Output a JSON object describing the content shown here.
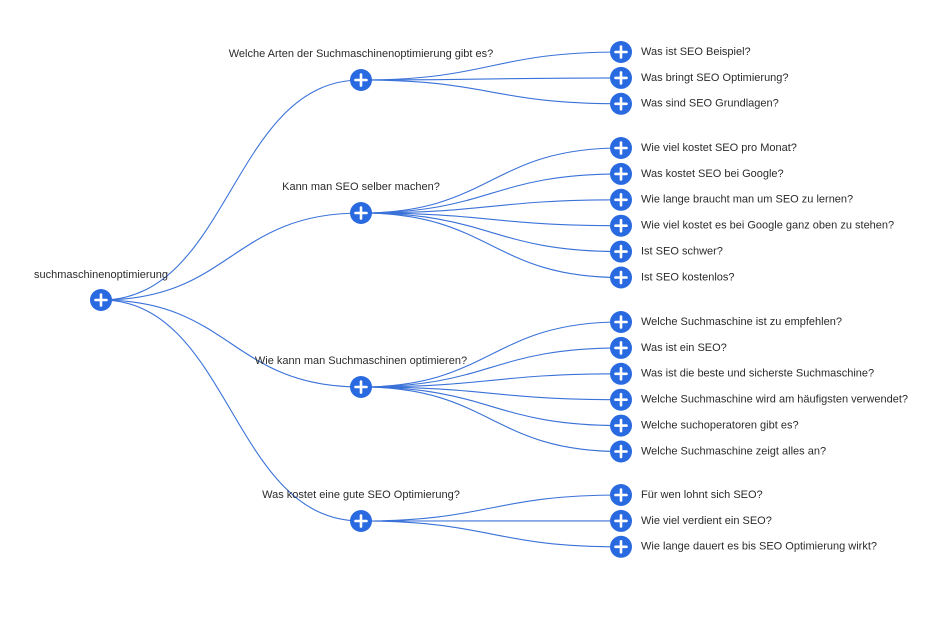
{
  "root": {
    "label": "suchmaschinenoptimierung",
    "children": [
      {
        "label": "Welche Arten der Suchmaschinenoptimierung gibt es?",
        "children": [
          "Was ist SEO Beispiel?",
          "Was bringt SEO Optimierung?",
          "Was sind SEO Grundlagen?"
        ]
      },
      {
        "label": "Kann man SEO selber machen?",
        "children": [
          "Wie viel kostet SEO pro Monat?",
          "Was kostet SEO bei Google?",
          "Wie lange braucht man um SEO zu lernen?",
          "Wie viel kostet es bei Google ganz oben zu stehen?",
          "Ist SEO schwer?",
          "Ist SEO kostenlos?"
        ]
      },
      {
        "label": "Wie kann man Suchmaschinen optimieren?",
        "children": [
          "Welche Suchmaschine ist zu empfehlen?",
          "Was ist ein SEO?",
          "Was ist die beste und sicherste Suchmaschine?",
          "Welche Suchmaschine wird am häufigsten verwendet?",
          "Welche suchoperatoren gibt es?",
          "Welche Suchmaschine zeigt alles an?"
        ]
      },
      {
        "label": "Was kostet eine gute SEO Optimierung?",
        "children": [
          "Für wen lohnt sich SEO?",
          "Wie viel verdient ein SEO?",
          "Wie lange dauert es bis SEO Optimierung wirkt?"
        ]
      }
    ]
  }
}
